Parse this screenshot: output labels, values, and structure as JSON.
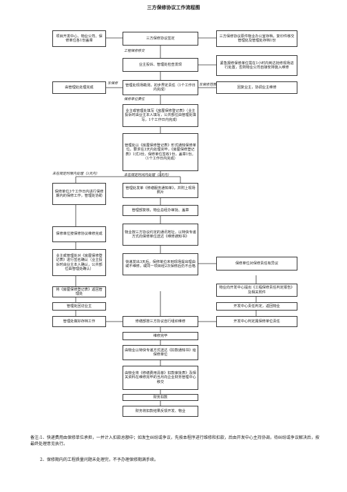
{
  "title": "三方保修协议工作流程图",
  "nodes": {
    "n1": "项目开发中心、物业公司、保修单位各1份盖章",
    "n2": "三方保修协议签定",
    "n3": "三方保修协议原件物业办公室存档，复印件移交管理处及管理处存档1份",
    "n4": "业主投诉、管理处检查发现",
    "n5": "紧急报修保修单位需在1小时内到达抢修现场进行处置，否则物业公司自接安排施入维修",
    "n6": "由管理处处理完成",
    "n7": "管理处现场勘测，初步界定责任（1个工作日内完成）",
    "n8": "回复业主，协调业主维修",
    "n9": "业主或管理处填写《房屋保修登记表》（业主投诉时由业主本人填写，公共部位由管理处填写，1个工作日内完成）",
    "n10": "管理处以《房屋保修登记表》形式通知保修单位，要求在3天内处理完毕，《房屋保修登记表》1式3份，保修单位签收1份，盖章1份。（1个工作日内完成）",
    "n11": "保修单位3个工作日内进行保修期内的保修工作，管理处协助",
    "n12": "管理处发单《修缮服务通知单》，并附上现场照片",
    "n13": "管理部复核，物业总经办审批、盖章",
    "n14": "保修单位按保修协议维修完成",
    "n15": "物业按三方协议约定的通讯地址，以特快专递方式向保修单位送达《维修通知书》",
    "n16": "业主或管理处对《房屋保修登记表》进行签名确认（业主投诉时由业主本人确认，公共部位由管理处确认）",
    "n17": "快递发出3天后，保修单位未到现场提出理由或不维修，或同一项目经2次保修后仍不合格",
    "n18": "保修单位对保修责任有异议",
    "n19": "将《房屋保修登记表》返回管理处",
    "n20": "物业向开发中心提出《工程保修责任判定报告》及相关附件",
    "n21": "管理处回访业主",
    "n22": "开发中心责任判定，返回物业",
    "n23": "管理处做好存档工作",
    "n24": "修缮部按三方协议自行组织维修",
    "n25": "开发中心判定属保修单位责任",
    "n26": "维修完毕",
    "n27": "由物业以特快专递方式送达《扣款通知书》给保修单位",
    "n28": "由物业将《修缮费用清单》扣款审批表》及相关资料在维修完毕的当月向企业财务管理中心移交",
    "n29": "财务扣款",
    "n30": "财务将扣款结果反馈开发、物业"
  },
  "labels": {
    "engineering_handover": "工程保修移交",
    "non_warranty": "非保修",
    "non_warranty_scope": "非保修范围",
    "in_scope": "保修单位责任",
    "not_handled_in_time": "未在规定时限内处理（3天内）",
    "not_handled_in_time_right": "未在规定时间内处理（3天内）"
  },
  "notes": {
    "n1": "备注:1、快递费用由保修单位承担，一并计入扣款总额中；如发生纠纷或争议，先按本程序进行维修和扣款，后由开发中心主持协调，待纠纷或争议解决后，按最终处理意见执行。",
    "n2": "2、保修期内的工程质量问题未处理完，不予办理保修期满手续。"
  }
}
